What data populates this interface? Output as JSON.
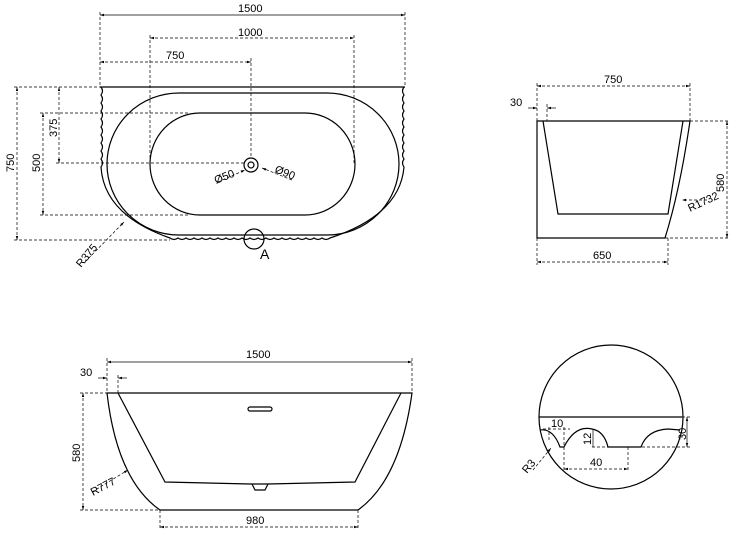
{
  "title": "Freestanding bathtub technical drawing",
  "top_view": {
    "dim_length": "1500",
    "dim_inner_length": "1000",
    "dim_drain_offset": "750",
    "dim_width": "750",
    "dim_inner_width": "500",
    "dim_drain_depth": "375",
    "dim_radius": "R375",
    "dim_drain_inner": "Ø50",
    "dim_drain_outer": "Ø90",
    "detail_label": "A"
  },
  "side_view": {
    "dim_top_width": "750",
    "dim_rim": "30",
    "dim_height": "580",
    "dim_radius": "R1732",
    "dim_base_width": "650"
  },
  "front_view": {
    "dim_length": "1500",
    "dim_rim": "30",
    "dim_height": "580",
    "dim_radius": "R777",
    "dim_base_length": "980"
  },
  "detail_a": {
    "dim_gap": "10",
    "dim_depth": "12",
    "dim_pitch": "40",
    "dim_edge": "30",
    "dim_radius": "R3"
  }
}
